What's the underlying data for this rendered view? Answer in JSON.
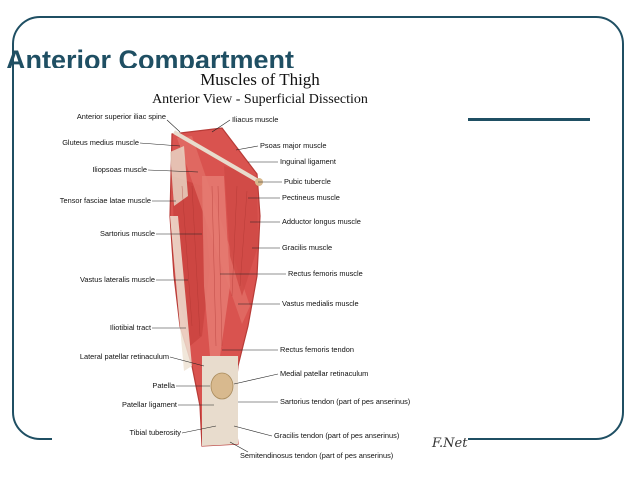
{
  "slide": {
    "title": "Anterior Compartment"
  },
  "plate": {
    "title": "Muscles of Thigh",
    "subtitle": "Anterior View - Superficial Dissection",
    "signature": "F.Netter",
    "labels_left": [
      "Anterior superior iliac spine",
      "Gluteus medius muscle",
      "Iliopsoas muscle",
      "Tensor fasciae latae muscle",
      "Sartorius muscle",
      "Vastus lateralis muscle",
      "Iliotibial tract",
      "Lateral patellar retinaculum",
      "Patella",
      "Patellar ligament",
      "Tibial tuberosity"
    ],
    "labels_right": [
      "Iliacus muscle",
      "Psoas major muscle",
      "Inguinal ligament",
      "Pubic tubercle",
      "Pectineus muscle",
      "Adductor longus muscle",
      "Gracilis muscle",
      "Rectus femoris muscle",
      "Vastus medialis muscle",
      "Rectus femoris tendon",
      "Medial patellar retinaculum",
      "Sartorius tendon (part of pes anserinus)",
      "Gracilis tendon (part of pes anserinus)",
      "Semitendinosus tendon (part of pes anserinus)"
    ]
  },
  "colors": {
    "accent": "#1f4f63",
    "muscle": "#d9534f",
    "muscle_dark": "#b83b37",
    "tendon": "#e8dccd"
  }
}
